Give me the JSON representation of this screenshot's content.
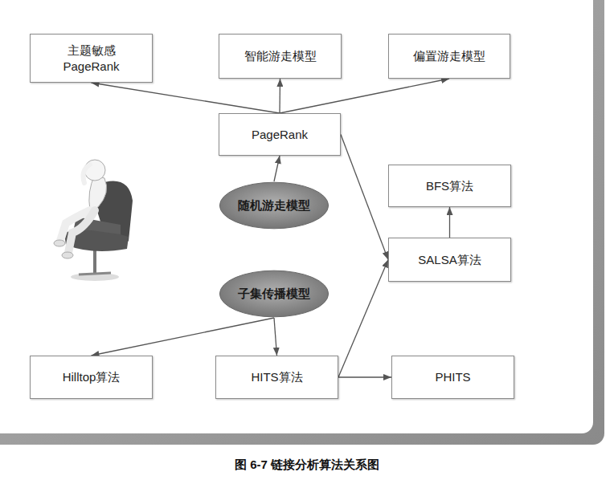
{
  "diagram": {
    "caption": "图 6-7 链接分析算法关系图",
    "nodes": [
      {
        "text": [
          "主题敏感 PageRank"
        ]
      },
      {
        "text": [
          "智能游走模型"
        ]
      },
      {
        "text": [
          "偏置游走模型"
        ]
      },
      {
        "text": [
          "PageRank"
        ]
      },
      {
        "text": [
          "BFS算法"
        ]
      },
      {
        "text": [
          "随机游走模型"
        ]
      },
      {
        "text": [
          "SALSA算法"
        ]
      },
      {
        "text": [
          "子集传播模型"
        ]
      },
      {
        "text": [
          "Hilltop算法"
        ]
      },
      {
        "text": [
          "HITS算法"
        ]
      },
      {
        "text": [
          "PHITS"
        ]
      }
    ],
    "edges": [
      {
        "from": 3,
        "to": 0,
        "arrow": "to"
      },
      {
        "from": 3,
        "to": 1,
        "arrow": "to"
      },
      {
        "from": 3,
        "to": 2,
        "arrow": "to"
      },
      {
        "from": 5,
        "to": 3,
        "arrow": "to"
      },
      {
        "from": 3,
        "to": 6,
        "arrow": "to"
      },
      {
        "from": 6,
        "to": 4,
        "arrow": "to"
      },
      {
        "from": 7,
        "to": 8,
        "arrow": "to"
      },
      {
        "from": 7,
        "to": 9,
        "arrow": "to"
      },
      {
        "from": 9,
        "to": 6,
        "arrow": "to"
      },
      {
        "from": 9,
        "to": 10,
        "arrow": "to"
      }
    ]
  }
}
